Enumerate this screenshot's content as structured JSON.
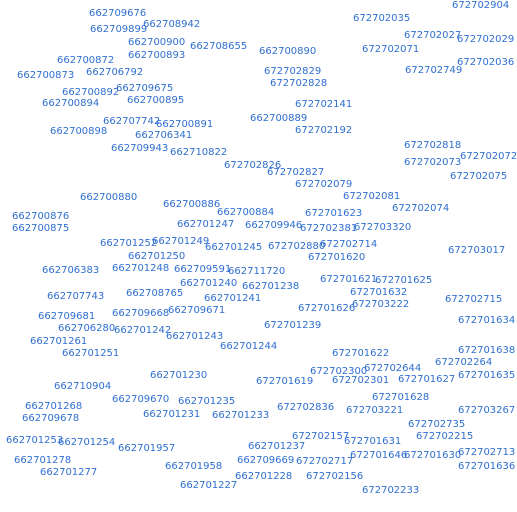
{
  "style": {
    "label_color": "#2f6fd0",
    "background": "#ffffff"
  },
  "labels": [
    "662709676",
    "662708942",
    "662709899",
    "662700900",
    "662708655",
    "662700893",
    "662700890",
    "672702035",
    "672702904",
    "672702027",
    "672702029",
    "672702071",
    "672702036",
    "672702749",
    "662700872",
    "662706792",
    "662700873",
    "672702829",
    "672702828",
    "662709675",
    "662700892",
    "662700894",
    "662700895",
    "672702141",
    "662707742",
    "662700891",
    "662700889",
    "662700898",
    "662706341",
    "672702192",
    "662709943",
    "662710822",
    "672702818",
    "672702072",
    "672702073",
    "672702826",
    "672702827",
    "672702075",
    "672702079",
    "672702081",
    "662700880",
    "672702074",
    "662700886",
    "662700884",
    "672701623",
    "662700876",
    "662701247",
    "662709946",
    "672702381",
    "672703320",
    "662700875",
    "662701249",
    "662701252",
    "662701245",
    "672702880",
    "672702714",
    "662701250",
    "672701620",
    "672703017",
    "662706383",
    "662701248",
    "662709591",
    "662711720",
    "672701621",
    "672701625",
    "662701240",
    "662701238",
    "662707743",
    "662708765",
    "672701632",
    "662701241",
    "672702715",
    "672703222",
    "662709681",
    "662709668",
    "662709671",
    "672701626",
    "672701634",
    "662706280",
    "662701242",
    "672701239",
    "662701261",
    "662701243",
    "662701244",
    "672701638",
    "662701251",
    "672701622",
    "672702264",
    "672702644",
    "672702300",
    "662701230",
    "672701619",
    "672702301",
    "672701627",
    "672701635",
    "662710904",
    "672701628",
    "662709670",
    "662701268",
    "662701235",
    "672702836",
    "672703221",
    "672703267",
    "662701231",
    "662701233",
    "662709678",
    "672702735",
    "662701253",
    "662701254",
    "672702157",
    "672701631",
    "672702215",
    "662701957",
    "662701237",
    "672701646",
    "672701630",
    "672702713",
    "662701278",
    "662709669",
    "672702717",
    "672701636",
    "662701958",
    "662701277",
    "662701228",
    "672702156",
    "662701227",
    "672702233"
  ]
}
